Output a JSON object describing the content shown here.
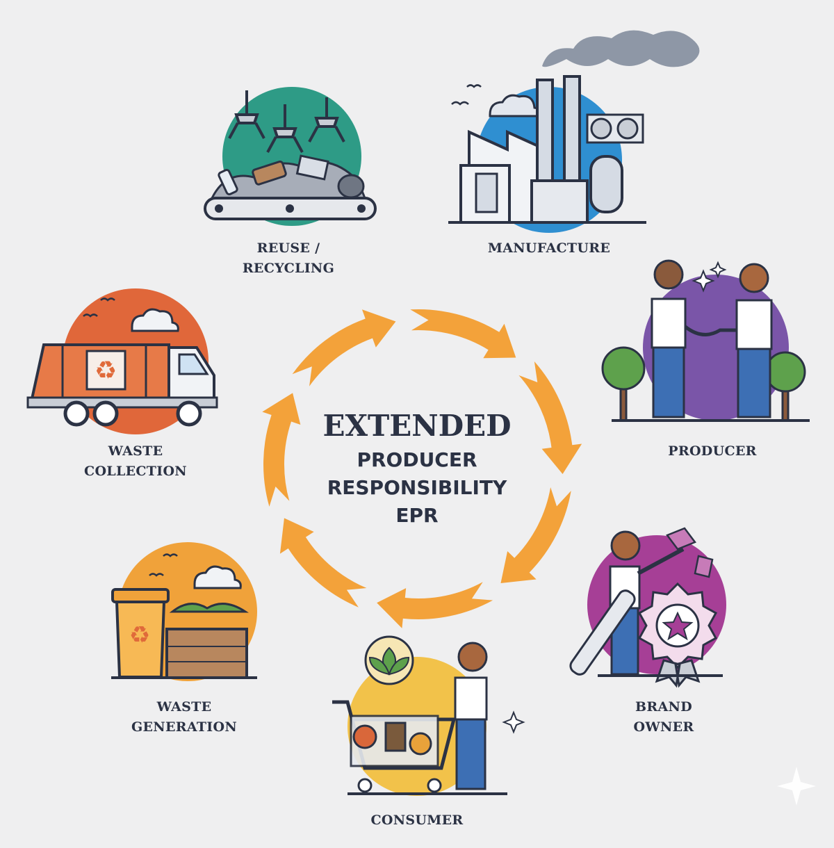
{
  "center": {
    "line1": "EXTENDED",
    "line2": "PRODUCER",
    "line3": "RESPONSIBILITY",
    "line4": "EPR"
  },
  "stages": {
    "manufacture": {
      "line1": "MANUFACTURE",
      "icon": "factory-icon",
      "color": "#2f8fd1"
    },
    "producer": {
      "line1": "PRODUCER",
      "icon": "handshake-icon",
      "color": "#7a55a8"
    },
    "brand_owner": {
      "line1": "BRAND",
      "line2": "OWNER",
      "icon": "brand-badge-icon",
      "color": "#a63f96"
    },
    "consumer": {
      "line1": "CONSUMER",
      "icon": "shopping-cart-icon",
      "color": "#f2c24a"
    },
    "waste_generation": {
      "line1": "WASTE",
      "line2": "GENERATION",
      "icon": "waste-bin-icon",
      "color": "#f0a23a"
    },
    "waste_collection": {
      "line1": "WASTE",
      "line2": "COLLECTION",
      "icon": "garbage-truck-icon",
      "color": "#e0673a"
    },
    "reuse_recycling": {
      "line1": "REUSE /",
      "line2": "RECYCLING",
      "icon": "recycling-conveyor-icon",
      "color": "#2e9b86"
    }
  },
  "colors": {
    "arrow": "#f3a23a",
    "text": "#2b3244",
    "background": "#efeff0"
  }
}
